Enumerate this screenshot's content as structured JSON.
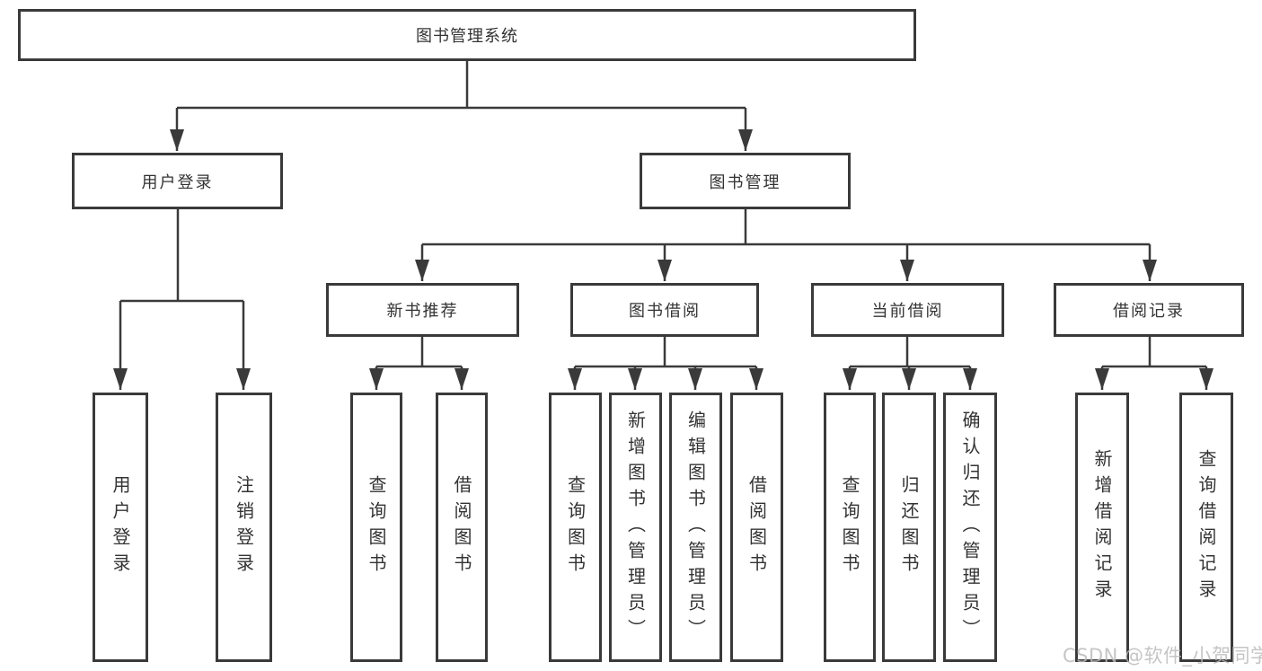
{
  "diagram": {
    "title": "图书管理系统",
    "type": "tree-flowchart",
    "colors": {
      "line": "#3a3a3a",
      "text": "#333333",
      "background": "#ffffff",
      "watermark": "#b9b9b9"
    },
    "watermark": "CSDN @软件_小贺同学",
    "nodes": {
      "root": {
        "label": "图书管理系统"
      },
      "login": {
        "label": "用户登录"
      },
      "mgmt": {
        "label": "图书管理"
      },
      "newbook": {
        "label": "新书推荐"
      },
      "borrow": {
        "label": "图书借阅"
      },
      "current": {
        "label": "当前借阅"
      },
      "records": {
        "label": "借阅记录"
      },
      "login_user": {
        "label": "用户登录"
      },
      "login_logout": {
        "label": "注销登录"
      },
      "newbook_query": {
        "label": "查询图书"
      },
      "newbook_borrow": {
        "label": "借阅图书"
      },
      "borrow_query": {
        "label": "查询图书"
      },
      "borrow_add": {
        "label": "新增图书（管理员）"
      },
      "borrow_edit": {
        "label": "编辑图书（管理员）"
      },
      "borrow_borrow": {
        "label": "借阅图书"
      },
      "current_query": {
        "label": "查询图书"
      },
      "current_return": {
        "label": "归还图书"
      },
      "current_confirm": {
        "label": "确认归还（管理员）"
      },
      "records_add": {
        "label": "新增借阅记录"
      },
      "records_query": {
        "label": "查询借阅记录"
      }
    },
    "edges": [
      "root->login",
      "root->mgmt",
      "login->login_user",
      "login->login_logout",
      "mgmt->newbook",
      "mgmt->borrow",
      "mgmt->current",
      "mgmt->records",
      "newbook->newbook_query",
      "newbook->newbook_borrow",
      "borrow->borrow_query",
      "borrow->borrow_add",
      "borrow->borrow_edit",
      "borrow->borrow_borrow",
      "current->current_query",
      "current->current_return",
      "current->current_confirm",
      "records->records_add",
      "records->records_query"
    ]
  }
}
